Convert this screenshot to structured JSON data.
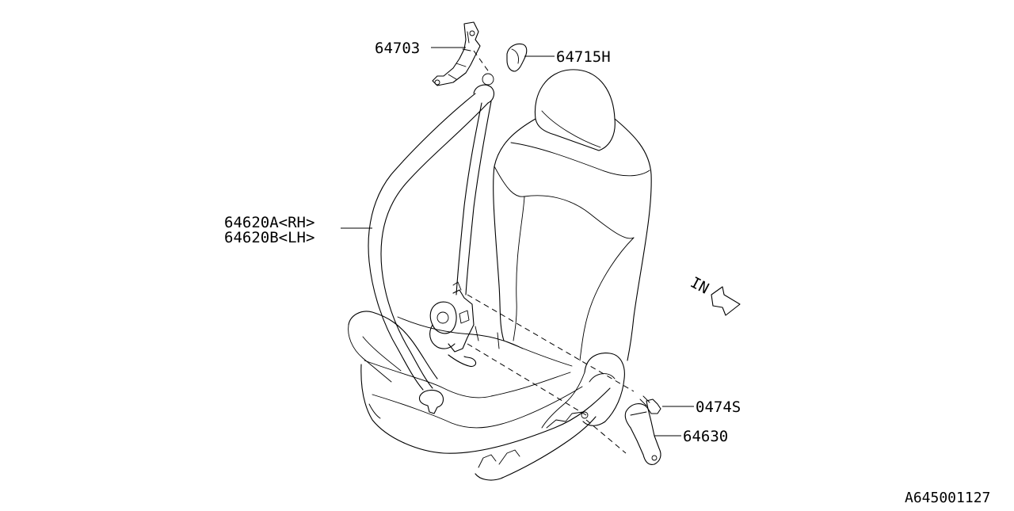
{
  "parts": {
    "p64703": "64703",
    "p64715h": "64715H",
    "p64620a": "64620A<RH>",
    "p64620b": "64620B<LH>",
    "p0474s": "0474S",
    "p64630": "64630"
  },
  "direction_label": "IN",
  "diagram_code": "A645001127"
}
